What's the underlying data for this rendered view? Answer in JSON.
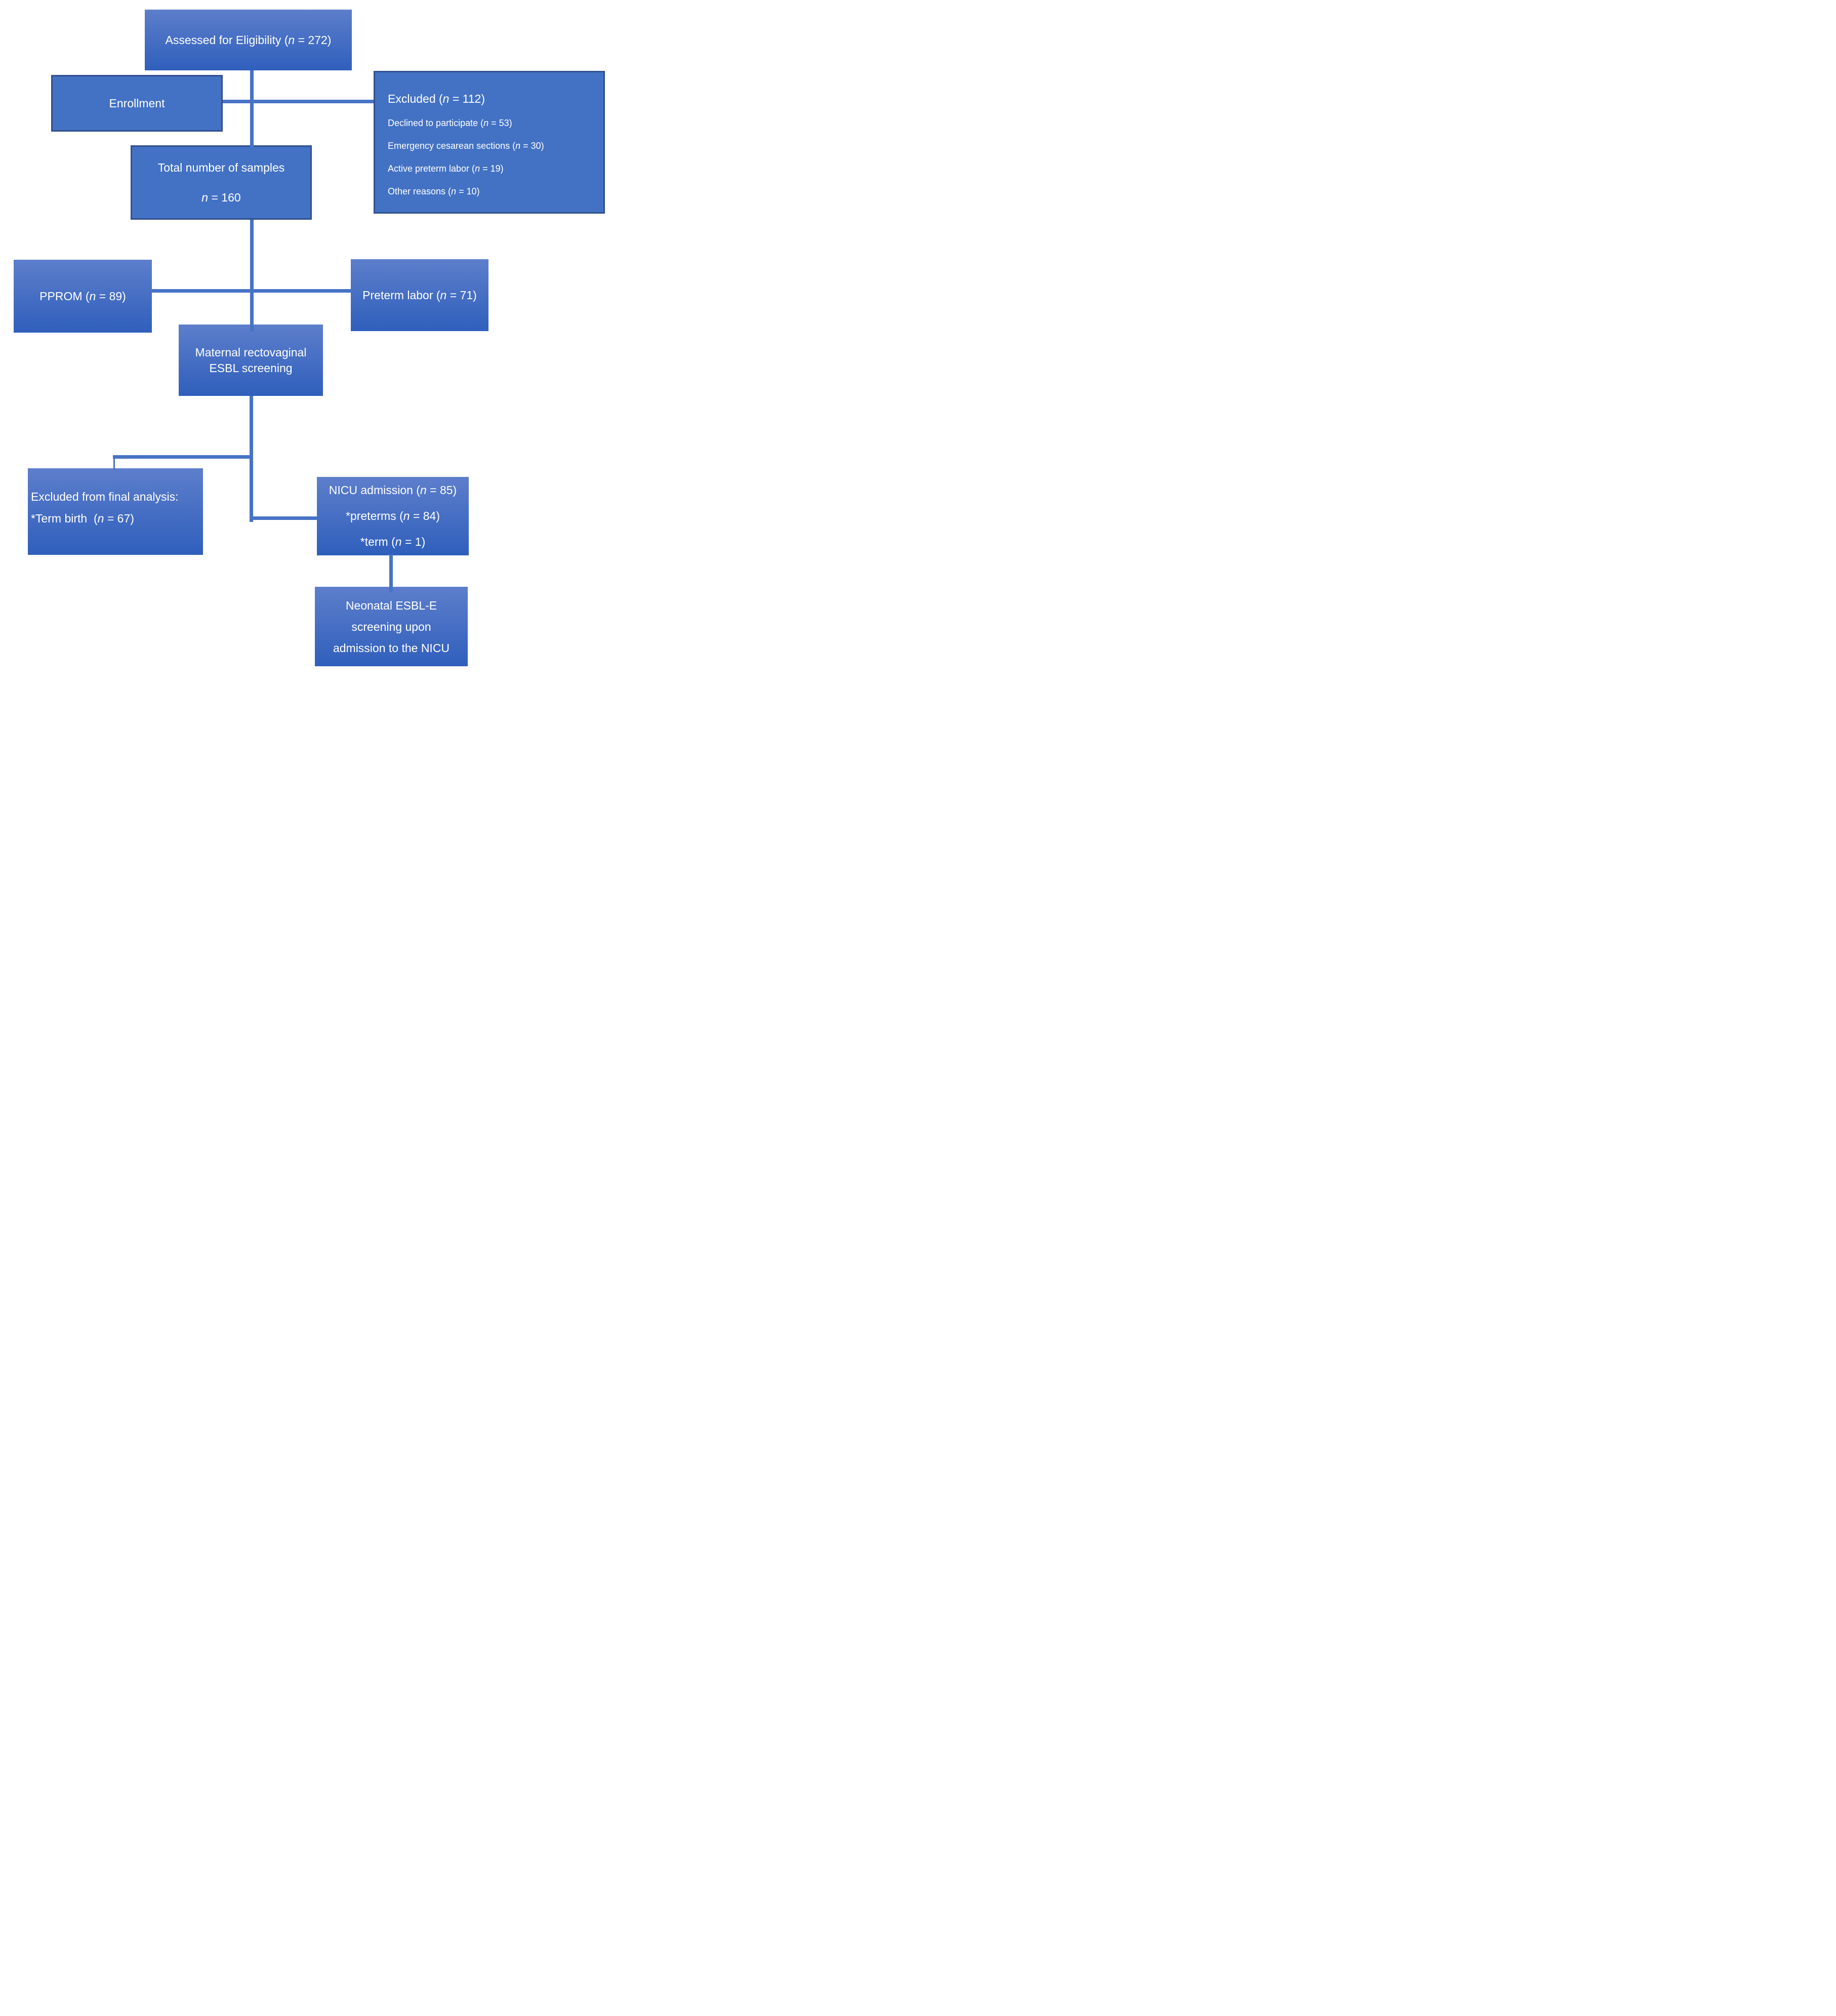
{
  "palette": {
    "box_fill": "#4372c4",
    "box_border": "#31508f",
    "grad_top": "#5d7ecb",
    "grad_bottom": "#2f5fbc",
    "line": "#4673c5",
    "text": "#ffffff"
  },
  "nodes": {
    "assessed": {
      "label": "Assessed for Eligibility (n = 272)"
    },
    "enrollment": {
      "label": "Enrollment"
    },
    "excluded": {
      "title": "Excluded (n = 112)",
      "items": [
        "Declined to participate (n = 53)",
        "Emergency cesarean sections (n = 30)",
        "Active preterm labor (n = 19)",
        "Other reasons (n = 10)"
      ]
    },
    "total": {
      "line1": "Total number of samples",
      "line2": "n = 160"
    },
    "pprom": {
      "label": "PPROM (n = 89)"
    },
    "preterm": {
      "label": "Preterm labor (n = 71)"
    },
    "maternal": {
      "line1": "Maternal rectovaginal",
      "line2": "ESBL screening"
    },
    "excluded_final": {
      "line1": "Excluded from final analysis:",
      "line2": "*Term birth  (n = 67)"
    },
    "nicu": {
      "line1": "NICU admission (n = 85)",
      "line2": "*preterms (n = 84)",
      "line3": "*term (n = 1)"
    },
    "neonatal": {
      "line1": "Neonatal ESBL-E",
      "line2": "screening upon",
      "line3": "admission to the NICU"
    }
  }
}
